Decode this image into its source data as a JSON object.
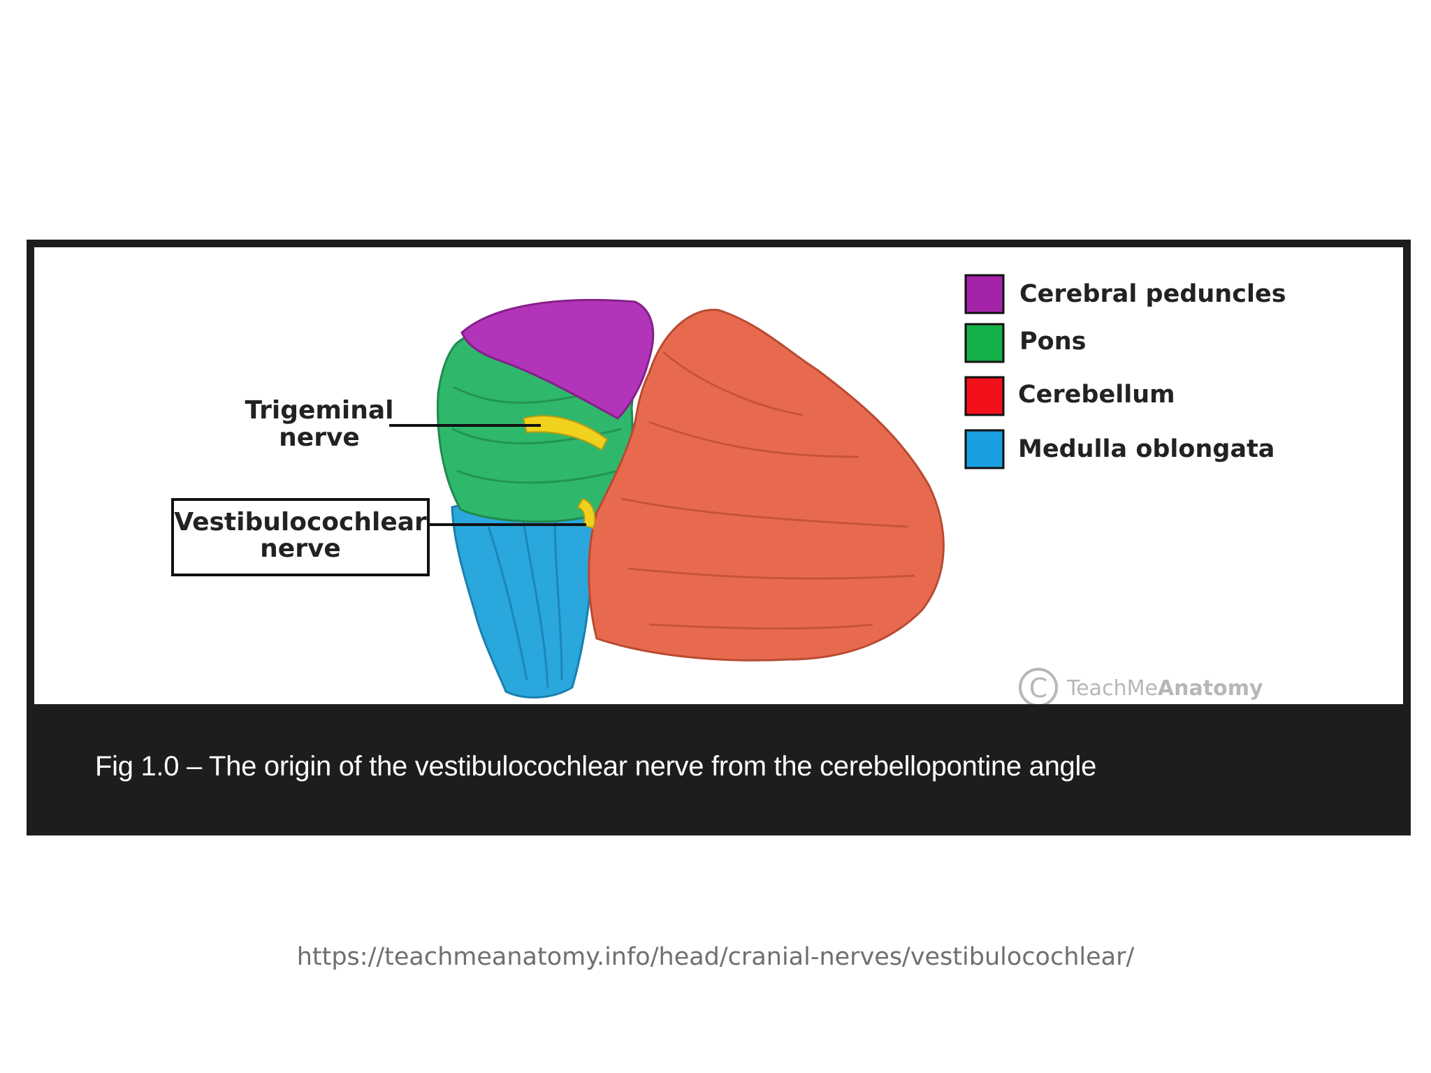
{
  "figure": {
    "caption": "Fig 1.0 – The origin of the vestibulocochlear nerve from the cerebellopontine angle",
    "labels": {
      "trigeminal_line1": "Trigeminal",
      "trigeminal_line2": "nerve",
      "vestibulocochlear_line1": "Vestibulocochlear",
      "vestibulocochlear_line2": "nerve"
    },
    "legend": [
      {
        "label": "Cerebral peduncles",
        "color": "#a523a8"
      },
      {
        "label": "Pons",
        "color": "#14b04a"
      },
      {
        "label": "Cerebellum",
        "color": "#f2101a"
      },
      {
        "label": "Medulla oblongata",
        "color": "#1a9fe0"
      }
    ],
    "watermark": {
      "symbol": "C",
      "brand_light": "TeachMe",
      "brand_bold": "Anatomy"
    },
    "structure_colors": {
      "peduncles": "#b234b8",
      "pons": "#2fb86c",
      "cerebellum": "#e86a4e",
      "medulla": "#2aa7dc",
      "nerve": "#f0d21e"
    }
  },
  "source_url": "https://teachmeanatomy.info/head/cranial-nerves/vestibulocochlear/"
}
